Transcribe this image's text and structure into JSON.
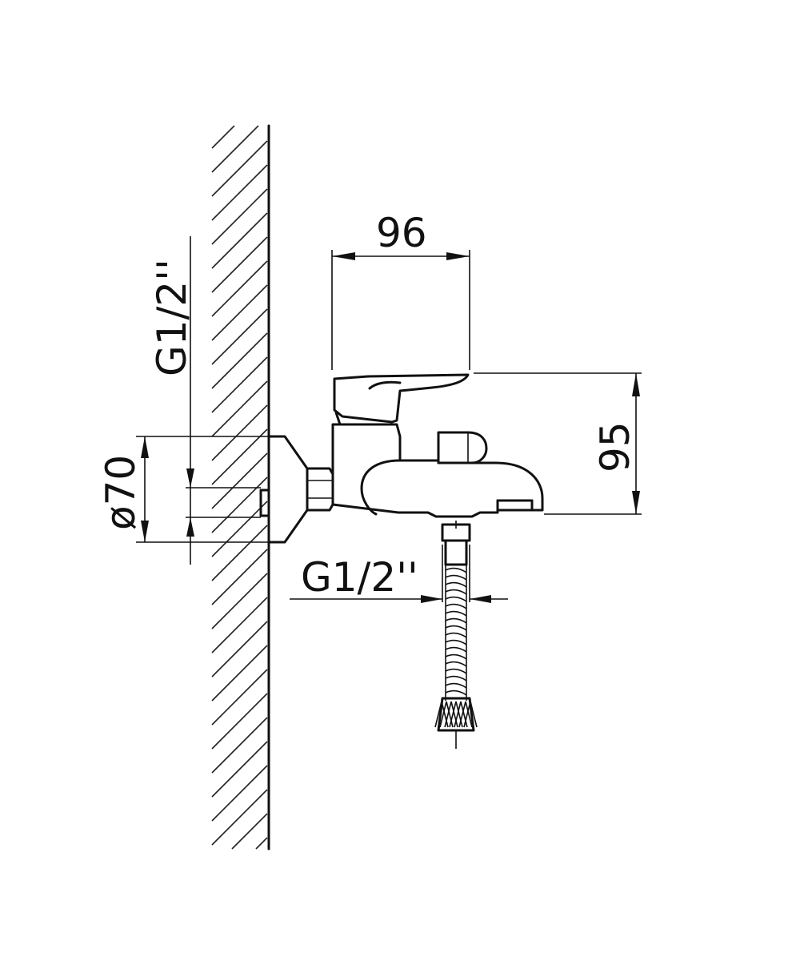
{
  "dimensions": {
    "wall_thread": "G1/2''",
    "outlet_thread": "G1/2''",
    "width": "96",
    "height": "95",
    "flange_diameter": "ø70"
  },
  "colors": {
    "line": "#111111",
    "background": "#ffffff"
  }
}
